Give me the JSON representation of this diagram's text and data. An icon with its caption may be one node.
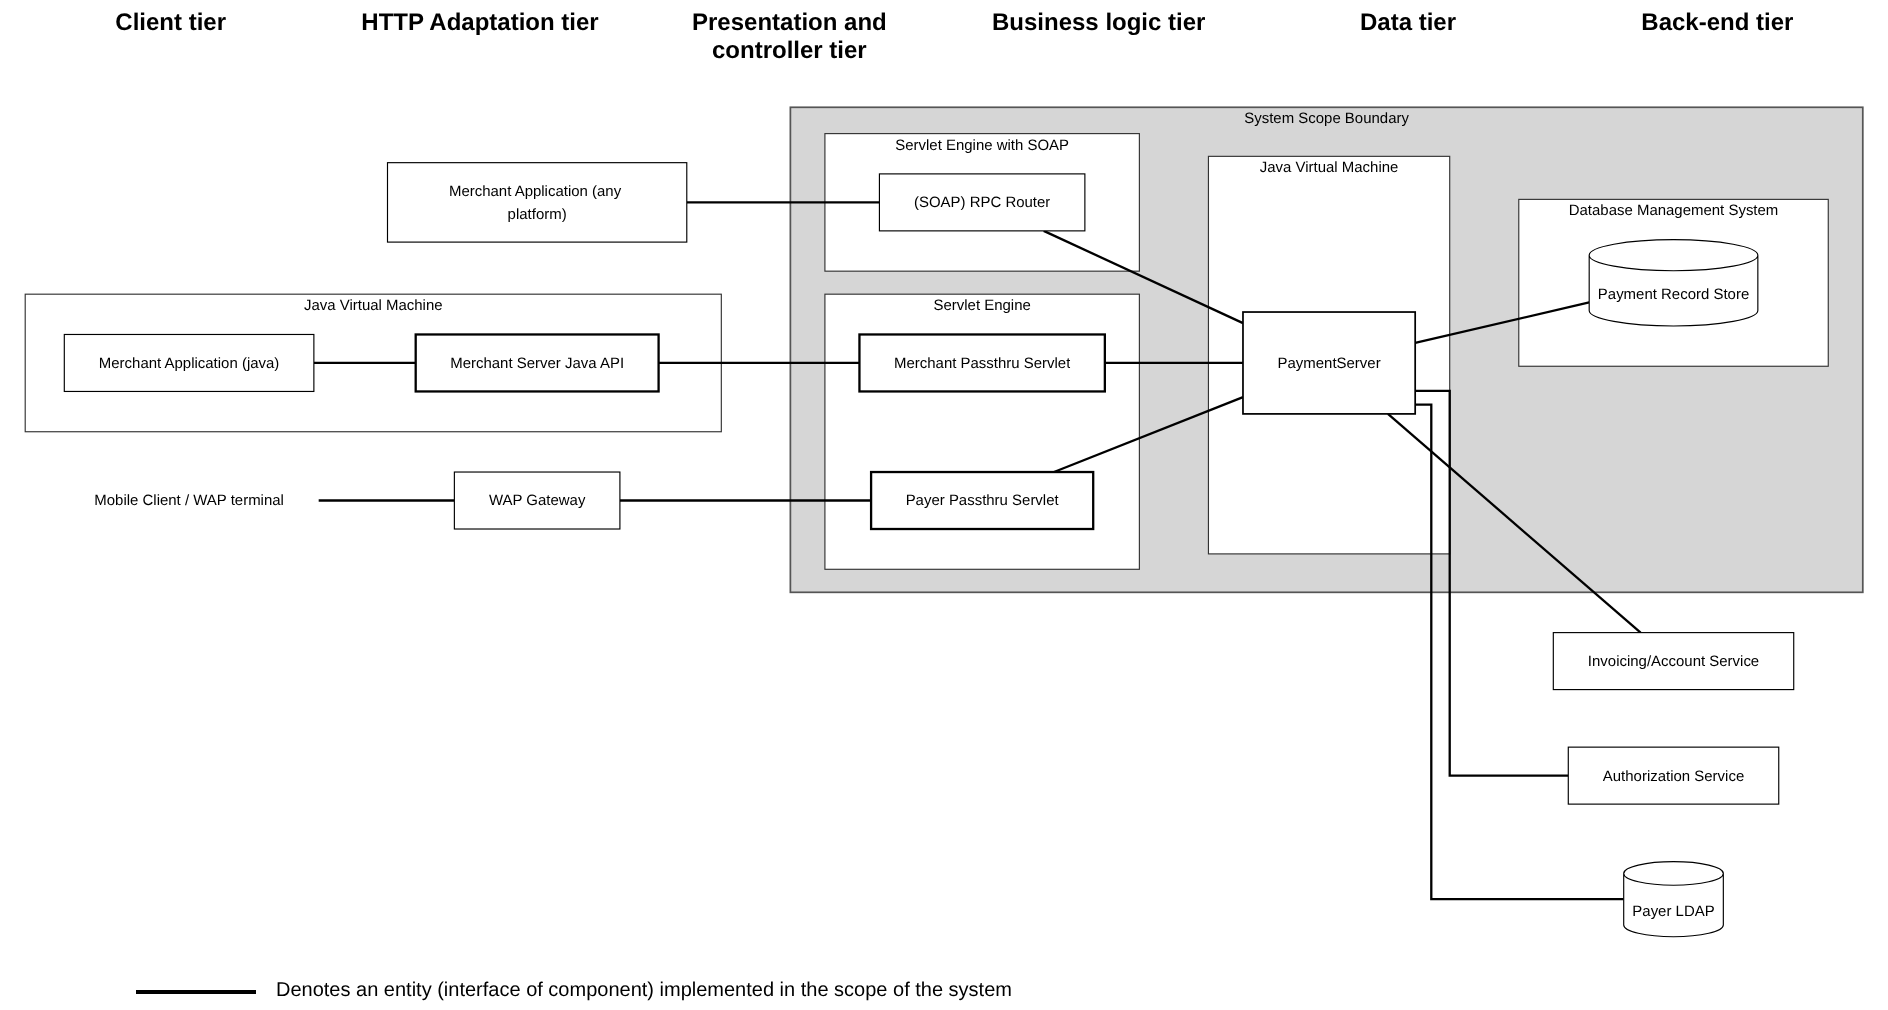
{
  "diagram": {
    "nodes": [
      {
        "text": [
          "System Scope Boundary"
        ]
      },
      {
        "text": [
          "Servlet Engine with SOAP"
        ],
        "in": 0
      },
      {
        "text": [
          "(SOAP) RPC Router"
        ],
        "in": 1
      },
      {
        "text": [
          "Servlet Engine"
        ],
        "in": 0
      },
      {
        "text": [
          "Merchant Passthru Servlet"
        ],
        "in": 3
      },
      {
        "text": [
          "Payer Passthru Servlet"
        ],
        "in": 3
      },
      {
        "text": [
          "Java Virtual Machine"
        ],
        "in": 0
      },
      {
        "text": [
          "PaymentServer"
        ],
        "in": 6
      },
      {
        "text": [
          "Database Management System"
        ],
        "in": 0
      },
      {
        "text": [
          "Payment Record Store"
        ],
        "in": 8
      },
      {
        "text": [
          "Merchant Application (any platform)"
        ]
      },
      {
        "text": [
          "Java Virtual Machine"
        ]
      },
      {
        "text": [
          "Merchant Application (java)"
        ],
        "in": 11
      },
      {
        "text": [
          "Merchant Server Java API"
        ],
        "in": 11
      },
      {
        "text": [
          "Mobile Client / WAP terminal"
        ]
      },
      {
        "text": [
          "WAP Gateway"
        ]
      },
      {
        "text": [
          "Invoicing/Account Service"
        ]
      },
      {
        "text": [
          "Authorization Service"
        ]
      },
      {
        "text": [
          "Payer LDAP"
        ]
      }
    ],
    "edges": [
      {
        "from": 10,
        "to": 2,
        "arrow": "none"
      },
      {
        "from": 2,
        "to": 7,
        "arrow": "none"
      },
      {
        "from": 12,
        "to": 13,
        "arrow": "none"
      },
      {
        "from": 13,
        "to": 4,
        "arrow": "none"
      },
      {
        "from": 4,
        "to": 7,
        "arrow": "none"
      },
      {
        "from": 14,
        "to": 15,
        "arrow": "none"
      },
      {
        "from": 15,
        "to": 5,
        "arrow": "none"
      },
      {
        "from": 5,
        "to": 7,
        "arrow": "none"
      },
      {
        "from": 7,
        "to": 16,
        "arrow": "none"
      },
      {
        "from": 7,
        "to": 9,
        "arrow": "none"
      },
      {
        "from": 7,
        "to": 17,
        "arrow": "none"
      },
      {
        "from": 7,
        "to": 18,
        "arrow": "none"
      }
    ],
    "labels": [
      "Client tier",
      "HTTP Adaptation tier",
      "Presentation and controller tier",
      "Business logic tier",
      "Data tier",
      "Back-end tier"
    ],
    "legend": [
      {
        "text": "Denotes an entity (interface of component) implemented in the scope of the system"
      }
    ]
  }
}
